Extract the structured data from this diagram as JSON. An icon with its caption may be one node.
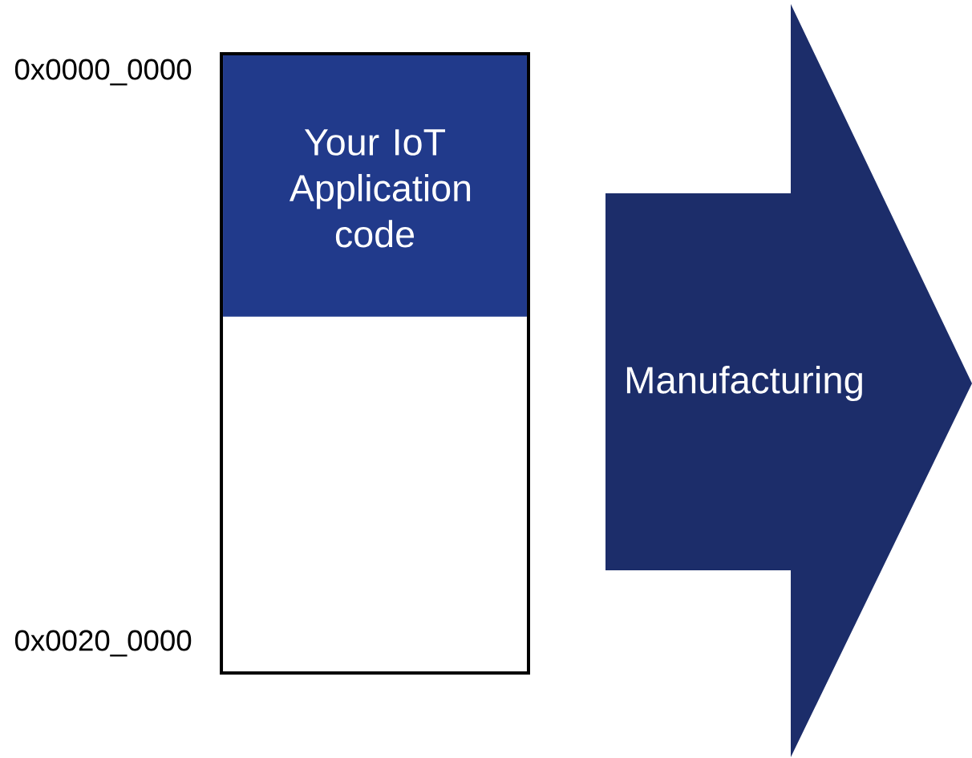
{
  "diagram": {
    "nodes": [
      {
        "text": [],
        "shape": "box"
      },
      {
        "text": [
          "Your IoT Application code"
        ],
        "in": 0
      },
      {
        "text": [
          "Manufacturing"
        ]
      }
    ],
    "labels": [
      "0x0000_0000",
      "0x0020_0000"
    ]
  }
}
